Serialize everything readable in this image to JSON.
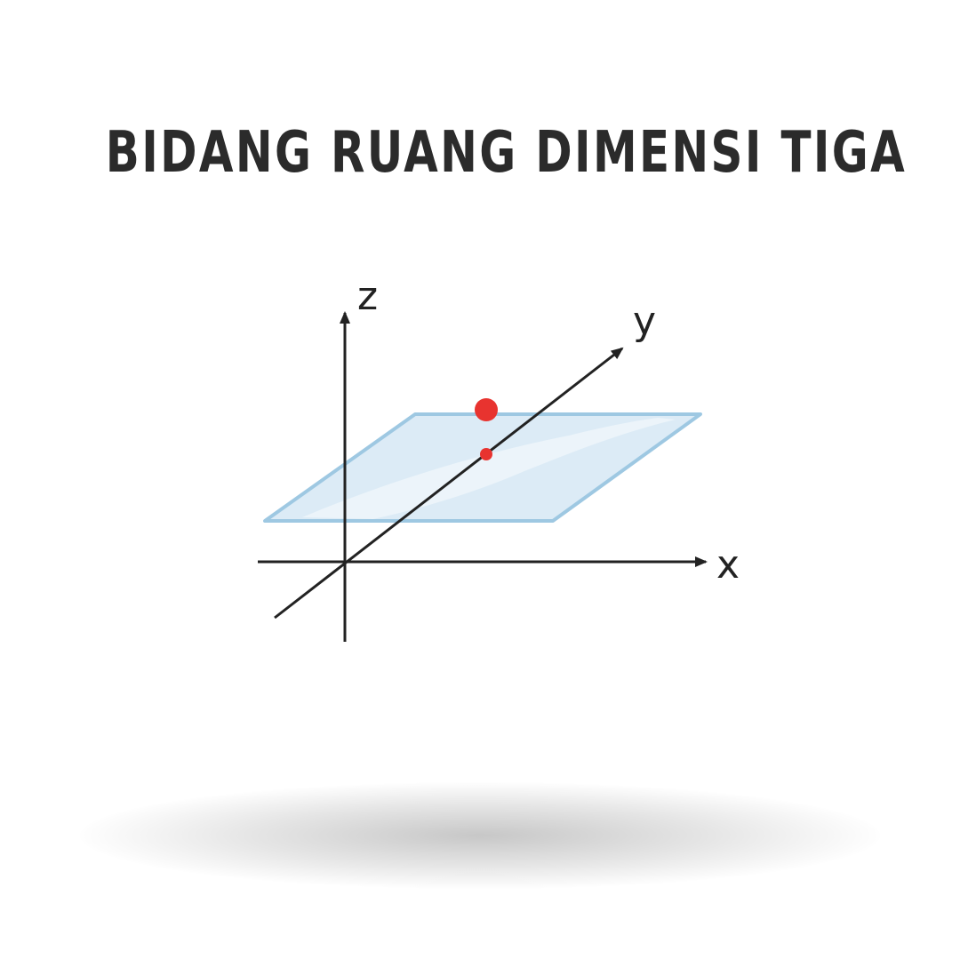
{
  "title": "BIDANG RUANG DIMENSI TIGA",
  "axes": {
    "x_label": "x",
    "y_label": "y",
    "z_label": "z"
  },
  "colors": {
    "axis": "#222222",
    "plane_fill": "#d6e8f4",
    "plane_stroke": "#9ec8e2",
    "point": "#e8332f",
    "title": "#2b2b2b"
  },
  "points": [
    {
      "name": "point-above-plane"
    },
    {
      "name": "point-on-plane"
    }
  ]
}
